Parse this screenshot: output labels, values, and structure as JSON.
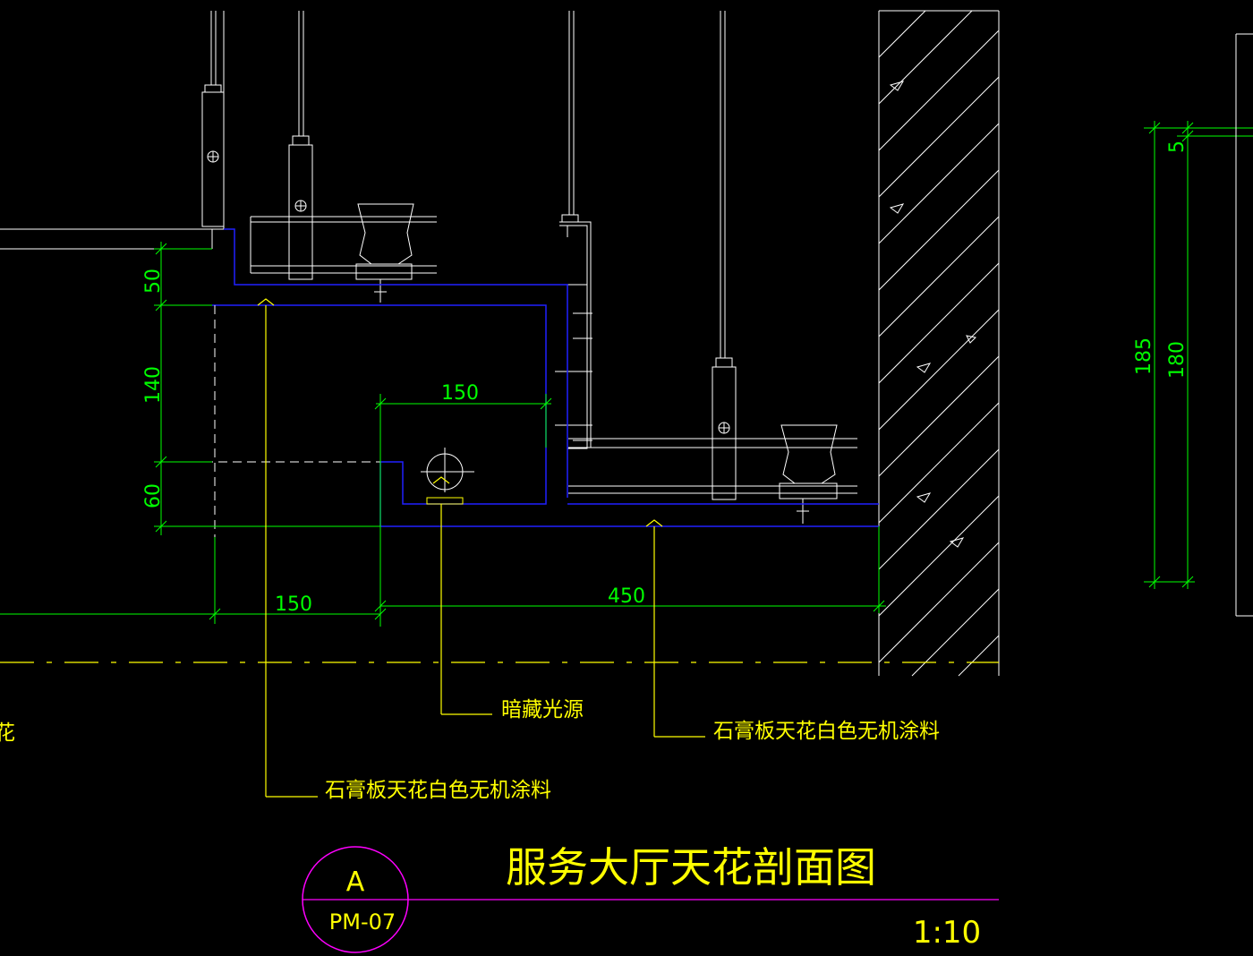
{
  "drawing": {
    "title": "服务大厅天花剖面图",
    "scale": "1:10",
    "section_mark": {
      "letter": "A",
      "sheet": "PM-07"
    }
  },
  "annotations": {
    "concealed_light": "暗藏光源",
    "gypsum_ceiling_right": "石膏板天花白色无机涂料",
    "gypsum_ceiling_left": "石膏板天花白色无机涂料",
    "cut_off_left": "花"
  },
  "dimensions": {
    "left_50": "50",
    "left_140": "140",
    "left_60": "60",
    "top_150": "150",
    "bottom_150": "150",
    "bottom_450": "450",
    "right_5": "5",
    "right_185": "185",
    "right_180": "180"
  },
  "colors": {
    "background": "#000000",
    "dimension": "#00ff00",
    "ceiling_line": "#0000ff",
    "annotation": "#ffff00",
    "structure": "#ffffff",
    "section_circle": "#ff00ff",
    "title_rule": "#ff00ff"
  }
}
